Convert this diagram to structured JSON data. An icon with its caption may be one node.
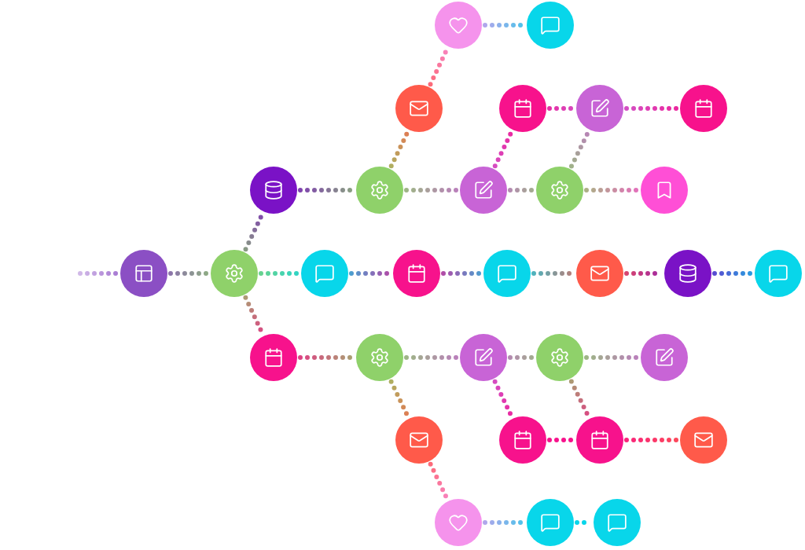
{
  "diagram": {
    "nodes": [
      {
        "text": [],
        "shape": "circle"
      },
      {
        "text": [],
        "shape": "circle"
      },
      {
        "text": [],
        "shape": "circle"
      },
      {
        "text": [],
        "shape": "circle"
      },
      {
        "text": [],
        "shape": "circle"
      },
      {
        "text": [],
        "shape": "circle"
      },
      {
        "text": [],
        "shape": "circle"
      },
      {
        "text": [],
        "shape": "circle"
      },
      {
        "text": [],
        "shape": "circle"
      },
      {
        "text": [],
        "shape": "circle"
      },
      {
        "text": [],
        "shape": "circle"
      },
      {
        "text": [],
        "shape": "circle"
      },
      {
        "text": [],
        "shape": "circle"
      },
      {
        "text": [],
        "shape": "circle"
      },
      {
        "text": [],
        "shape": "circle"
      },
      {
        "text": [],
        "shape": "circle"
      },
      {
        "text": [],
        "shape": "circle"
      },
      {
        "text": [],
        "shape": "circle"
      },
      {
        "text": [],
        "shape": "circle"
      },
      {
        "text": [],
        "shape": "circle"
      },
      {
        "text": [],
        "shape": "circle"
      },
      {
        "text": [],
        "shape": "circle"
      },
      {
        "text": [],
        "shape": "circle"
      },
      {
        "text": [],
        "shape": "circle"
      },
      {
        "text": [],
        "shape": "circle"
      },
      {
        "text": [],
        "shape": "circle"
      },
      {
        "text": [],
        "shape": "circle"
      },
      {
        "text": [],
        "shape": "circle"
      },
      {
        "text": [],
        "shape": "circle"
      },
      {
        "text": [],
        "shape": "circle"
      },
      {
        "text": [],
        "shape": "circle"
      }
    ],
    "edges": [
      {
        "from": null,
        "to": 0,
        "arrow": "none",
        "style": "dashed"
      },
      {
        "from": 0,
        "to": 1,
        "arrow": "none",
        "style": "dashed"
      },
      {
        "from": 1,
        "to": 2,
        "arrow": "none",
        "style": "dashed"
      },
      {
        "from": 1,
        "to": 13,
        "arrow": "none",
        "style": "dashed"
      },
      {
        "from": 1,
        "to": 19,
        "arrow": "none",
        "style": "dashed"
      },
      {
        "from": 2,
        "to": 3,
        "arrow": "none",
        "style": "dashed"
      },
      {
        "from": 3,
        "to": 4,
        "arrow": "none",
        "style": "dashed"
      },
      {
        "from": 4,
        "to": 5,
        "arrow": "none",
        "style": "dashed"
      },
      {
        "from": 5,
        "to": 6,
        "arrow": "none",
        "style": "dashed"
      },
      {
        "from": 3,
        "to": 7,
        "arrow": "none",
        "style": "dashed"
      },
      {
        "from": 7,
        "to": 8,
        "arrow": "none",
        "style": "dashed"
      },
      {
        "from": 8,
        "to": 9,
        "arrow": "none",
        "style": "dashed"
      },
      {
        "from": 9,
        "to": 10,
        "arrow": "none",
        "style": "dashed"
      },
      {
        "from": 7,
        "to": 11,
        "arrow": "none",
        "style": "dashed"
      },
      {
        "from": 11,
        "to": 9,
        "arrow": "none",
        "style": "dashed"
      },
      {
        "from": 11,
        "to": 12,
        "arrow": "none",
        "style": "dashed"
      },
      {
        "from": 13,
        "to": 14,
        "arrow": "none",
        "style": "dashed"
      },
      {
        "from": 14,
        "to": 15,
        "arrow": "none",
        "style": "dashed"
      },
      {
        "from": 15,
        "to": 16,
        "arrow": "none",
        "style": "dashed"
      },
      {
        "from": 16,
        "to": 17,
        "arrow": "none",
        "style": "dashed"
      },
      {
        "from": 17,
        "to": 18,
        "arrow": "none",
        "style": "dashed"
      },
      {
        "from": 19,
        "to": 20,
        "arrow": "none",
        "style": "dashed"
      },
      {
        "from": 20,
        "to": 24,
        "arrow": "none",
        "style": "dashed"
      },
      {
        "from": 24,
        "to": 25,
        "arrow": "none",
        "style": "dashed"
      },
      {
        "from": 25,
        "to": 26,
        "arrow": "none",
        "style": "dashed"
      },
      {
        "from": 26,
        "to": 27,
        "arrow": "none",
        "style": "dashed"
      },
      {
        "from": 20,
        "to": 21,
        "arrow": "none",
        "style": "dashed"
      },
      {
        "from": 21,
        "to": 28,
        "arrow": "none",
        "style": "dashed"
      },
      {
        "from": 21,
        "to": 22,
        "arrow": "none",
        "style": "dashed"
      },
      {
        "from": 22,
        "to": 29,
        "arrow": "none",
        "style": "dashed"
      },
      {
        "from": 28,
        "to": 29,
        "arrow": "none",
        "style": "dashed"
      },
      {
        "from": 29,
        "to": 30,
        "arrow": "none",
        "style": "dashed"
      },
      {
        "from": 22,
        "to": 23,
        "arrow": "none",
        "style": "dashed"
      }
    ]
  }
}
